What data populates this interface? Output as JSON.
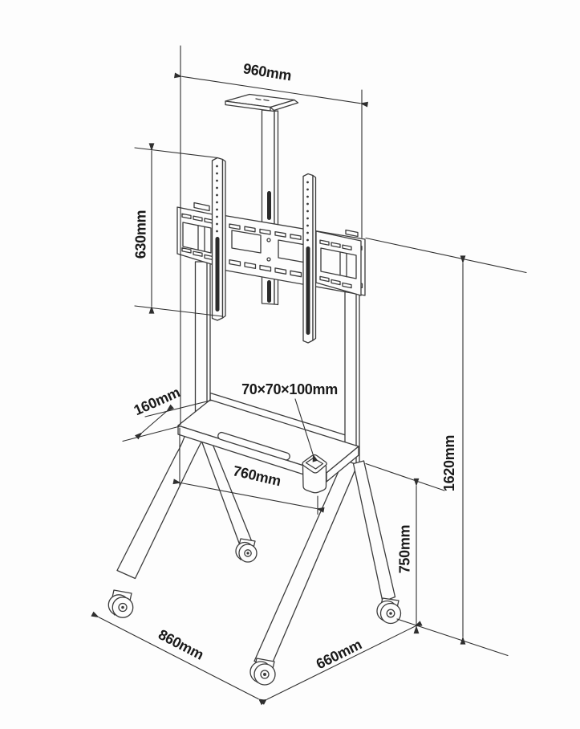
{
  "labels": {
    "overall_width": "960mm",
    "mount_height": "630mm",
    "shelf_depth": "160mm",
    "holder_size": "70×70×100mm",
    "shelf_width": "760mm",
    "overall_height": "1620mm",
    "leg_height": "750mm",
    "base_depth": "860mm",
    "base_width": "660mm"
  },
  "colors": {
    "background": "#fdfdfd",
    "line": "#3b3b3b",
    "dimension_line": "#2f2f2f",
    "label_text": "#1a1a1a",
    "slot_fill": "#2b2b2b"
  }
}
